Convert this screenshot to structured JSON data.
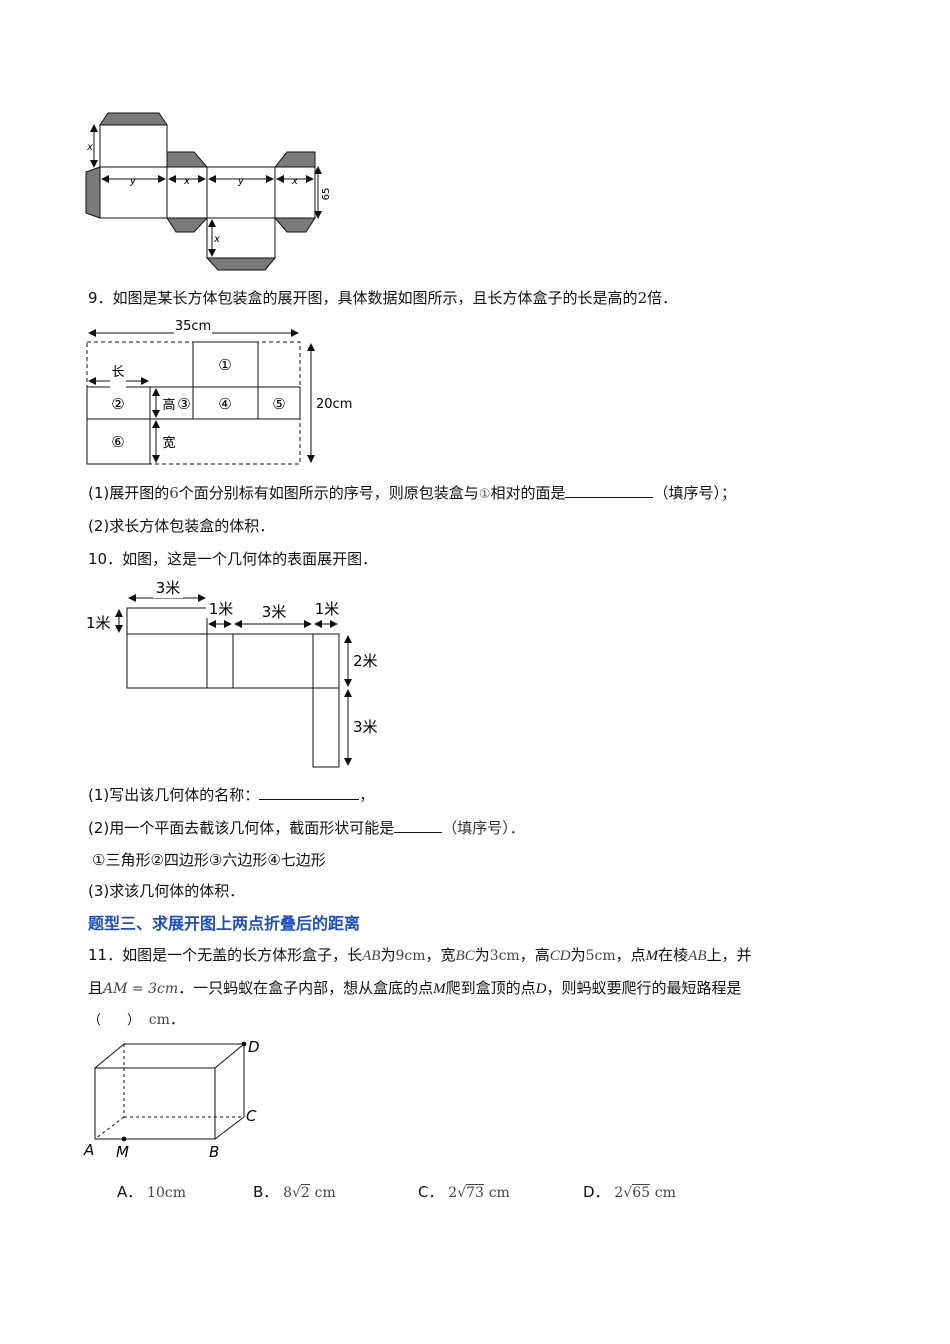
{
  "fig8": {
    "x": "x",
    "y": "y",
    "num": "65"
  },
  "q9": {
    "num": "9．",
    "text": "如图是某长方体包装盒的展开图，具体数据如图所示，且长方体盒子的长是高的",
    "times": "2",
    "tail": "倍．",
    "figure": {
      "width_label": "35cm",
      "height_label": "20cm",
      "len_label": "长",
      "high_label": "高",
      "wide_label": "宽",
      "faces": [
        "①",
        "②",
        "③",
        "④",
        "⑤",
        "⑥"
      ]
    },
    "p1_a": "(1)展开图的",
    "p1_six": "6",
    "p1_b": "个面分别标有如图所示的序号，则原包装盒与",
    "p1_circle": "①",
    "p1_c": "相对的面是",
    "p1_d": "（填序号）；",
    "p2": "(2)求长方体包装盒的体积．"
  },
  "q10": {
    "num": "10．",
    "text": "如图，这是一个几何体的表面展开图．",
    "figure": {
      "l_3m": "3米",
      "l_1m_left": "1米",
      "l_1m_a": "1米",
      "l_3m_b": "3米",
      "l_1m_b": "1米",
      "l_2m": "2米",
      "l_3m_c": "3米"
    },
    "p1": "(1)写出该几何体的名称：",
    "p1_end": "，",
    "p2": "(2)用一个平面去截该几何体，截面形状可能是",
    "p2_end": "（填序号）．",
    "options": "①三角形②四边形③六边形④七边形",
    "p3": "(3)求该几何体的体积．"
  },
  "section": "题型三、求展开图上两点折叠后的距离",
  "q11": {
    "num": "11．",
    "t1": "如图是一个无盖的长方体形盒子，长",
    "AB": "AB",
    "t2": "为",
    "v9": "9cm",
    "t3": "，宽",
    "BC": "BC",
    "t4": "为",
    "v3": "3cm",
    "t5": "，高",
    "CD": "CD",
    "t6": "为",
    "v5": "5cm",
    "t7": "，点",
    "M": "M",
    "t8": "在棱",
    "AB2": "AB",
    "t9": "上，并",
    "line2_a": "且",
    "AM": "AM = 3cm",
    "line2_b": "．一只蚂蚁在盒子内部，想从盒底的点",
    "M2": "M",
    "line2_c": "爬到盒顶的点",
    "D": "D",
    "line2_d": "，则蚂蚁要爬行的最短路程是",
    "line3": "（　　）",
    "unit": "cm",
    "period": "．",
    "figure": {
      "A": "A",
      "M": "M",
      "B": "B",
      "C": "C",
      "D": "D"
    },
    "options": [
      {
        "label": "A．",
        "value": "10cm"
      },
      {
        "label": "B．",
        "coef": "8",
        "rad": "2",
        "unit": "cm"
      },
      {
        "label": "C．",
        "coef": "2",
        "rad": "73",
        "unit": "cm"
      },
      {
        "label": "D．",
        "coef": "2",
        "rad": "65",
        "unit": "cm"
      }
    ]
  }
}
